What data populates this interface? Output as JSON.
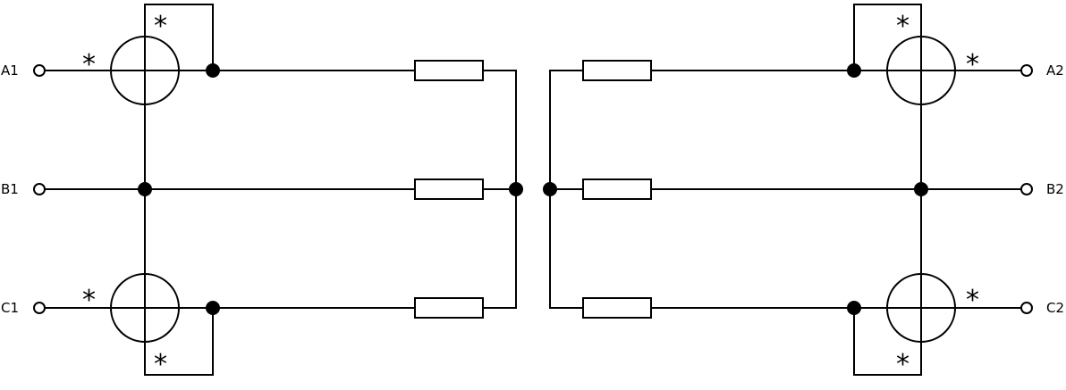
{
  "terminals": {
    "a1": "A1",
    "b1": "B1",
    "c1": "C1",
    "a2": "A2",
    "b2": "B2",
    "c2": "C2"
  },
  "polarity_mark": "*"
}
